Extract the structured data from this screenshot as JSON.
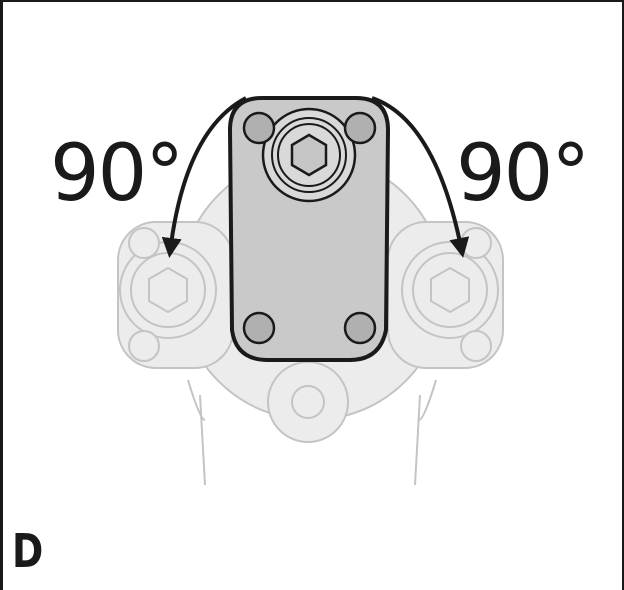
{
  "figure": {
    "letter": "D"
  },
  "labels": {
    "left_angle": "90°",
    "right_angle": "90°"
  },
  "colors": {
    "ink": "#1a1a1a",
    "ghost_fill": "#ececec",
    "ghost_stroke": "#c4c4c4",
    "plate_fill": "#c9c9c9",
    "bolt_fill": "#b0b0b0"
  }
}
